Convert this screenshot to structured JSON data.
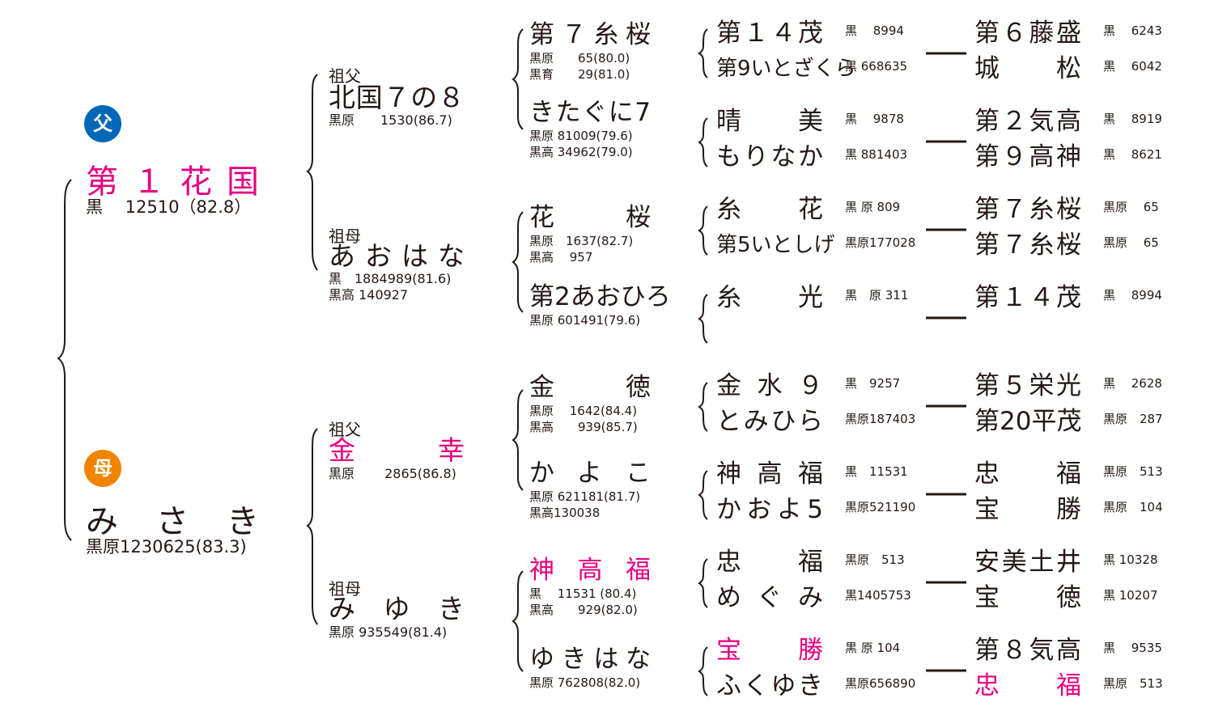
{
  "sire": {
    "badge": "父",
    "name": "第１花国",
    "reg": "黒　 12510（82.8）",
    "grandsire": {
      "label": "祖父",
      "name": "北国７の８",
      "reg": [
        "黒原　　1530(86.7)"
      ]
    },
    "granddam": {
      "label": "祖母",
      "name": "あおはな",
      "reg": [
        "黒　1884989(81.6)",
        "黒高  140927"
      ]
    }
  },
  "dam": {
    "badge": "母",
    "name": "みさき",
    "reg": "黒原1230625(83.3)",
    "grandsire": {
      "label": "祖父",
      "name": "金幸",
      "reg": [
        "黒原　　 2865(86.8)"
      ]
    },
    "granddam": {
      "label": "祖母",
      "name": "みゆき",
      "reg": [
        "黒原  935549(81.4)"
      ]
    }
  },
  "gen3": [
    {
      "name": "第７糸桜",
      "reg": [
        "黒原　　65(80.0)",
        "黒育　　29(81.0)"
      ]
    },
    {
      "name": "きたぐに7",
      "reg": [
        "黒原  81009(79.6)",
        "黒高  34962(79.0)"
      ]
    },
    {
      "name": "花桜",
      "reg": [
        "黒原　1637(82.7)",
        "黒高　 957"
      ]
    },
    {
      "name": "第2あおひろ",
      "reg": [
        "黒原 601491(79.6)"
      ]
    },
    {
      "name": "金徳",
      "reg": [
        "黒原　 1642(84.4)",
        "黒高　　939(85.7)"
      ]
    },
    {
      "name": "かよこ",
      "reg": [
        "黒原 621181(81.7)",
        "黒高130038"
      ]
    },
    {
      "name": "神高福",
      "reg": [
        "黒　 11531 (80.4)",
        "黒高　　929(82.0)"
      ]
    },
    {
      "name": "ゆきはな",
      "reg": [
        "黒原 762808(82.0)"
      ]
    }
  ],
  "gen4": [
    {
      "name": "第１４茂",
      "reg": "黒　 8994"
    },
    {
      "name": "第9いとざくら",
      "reg": "黒 668635"
    },
    {
      "name": "晴美",
      "reg": "黒　 9878"
    },
    {
      "name": "もりなか",
      "reg": "黒 881403"
    },
    {
      "name": "糸花",
      "reg": "黒 原 809"
    },
    {
      "name": "第5いとしげ",
      "reg": "黒原177028"
    },
    {
      "name": "糸光",
      "reg": "黒　原 311"
    },
    {
      "name": "",
      "reg": ""
    },
    {
      "name": "金水９",
      "reg": "黒　9257"
    },
    {
      "name": "とみひら",
      "reg": "黒原187403"
    },
    {
      "name": "神高福",
      "reg": "黒　11531"
    },
    {
      "name": "かおよ5",
      "reg": "黒原521190"
    },
    {
      "name": "忠福",
      "reg": "黒原　513"
    },
    {
      "name": "めぐみ",
      "reg": "黒1405753"
    },
    {
      "name": "宝勝",
      "reg": "黒 原 104"
    },
    {
      "name": "ふくゆき",
      "reg": "黒原656890"
    }
  ],
  "gen5": [
    {
      "name": "第６藤盛",
      "reg": "黒　 6243"
    },
    {
      "name": "城松",
      "reg": "黒　 6042"
    },
    {
      "name": "第２気高",
      "reg": "黒　 8919"
    },
    {
      "name": "第９高神",
      "reg": "黒　 8621"
    },
    {
      "name": "第７糸桜",
      "reg": "黒原　 65"
    },
    {
      "name": "第７糸桜",
      "reg": "黒原　 65"
    },
    {
      "name": "第１４茂",
      "reg": "黒　 8994"
    },
    {
      "name": "",
      "reg": ""
    },
    {
      "name": "第５栄光",
      "reg": "黒　 2628"
    },
    {
      "name": "第20平茂",
      "reg": "黒原　287"
    },
    {
      "name": "忠福",
      "reg": "黒原　513"
    },
    {
      "name": "宝勝",
      "reg": "黒原　104"
    },
    {
      "name": "安美土井",
      "reg": "黒 10328"
    },
    {
      "name": "宝徳",
      "reg": "黒 10207"
    },
    {
      "name": "第８気高",
      "reg": "黒　 9535"
    },
    {
      "name": "忠福",
      "reg": "黒原　513"
    }
  ],
  "colors": {
    "highlight": "#e4007f",
    "sire_badge": "#0068b7",
    "dam_badge": "#f08300",
    "text": "#231815"
  }
}
